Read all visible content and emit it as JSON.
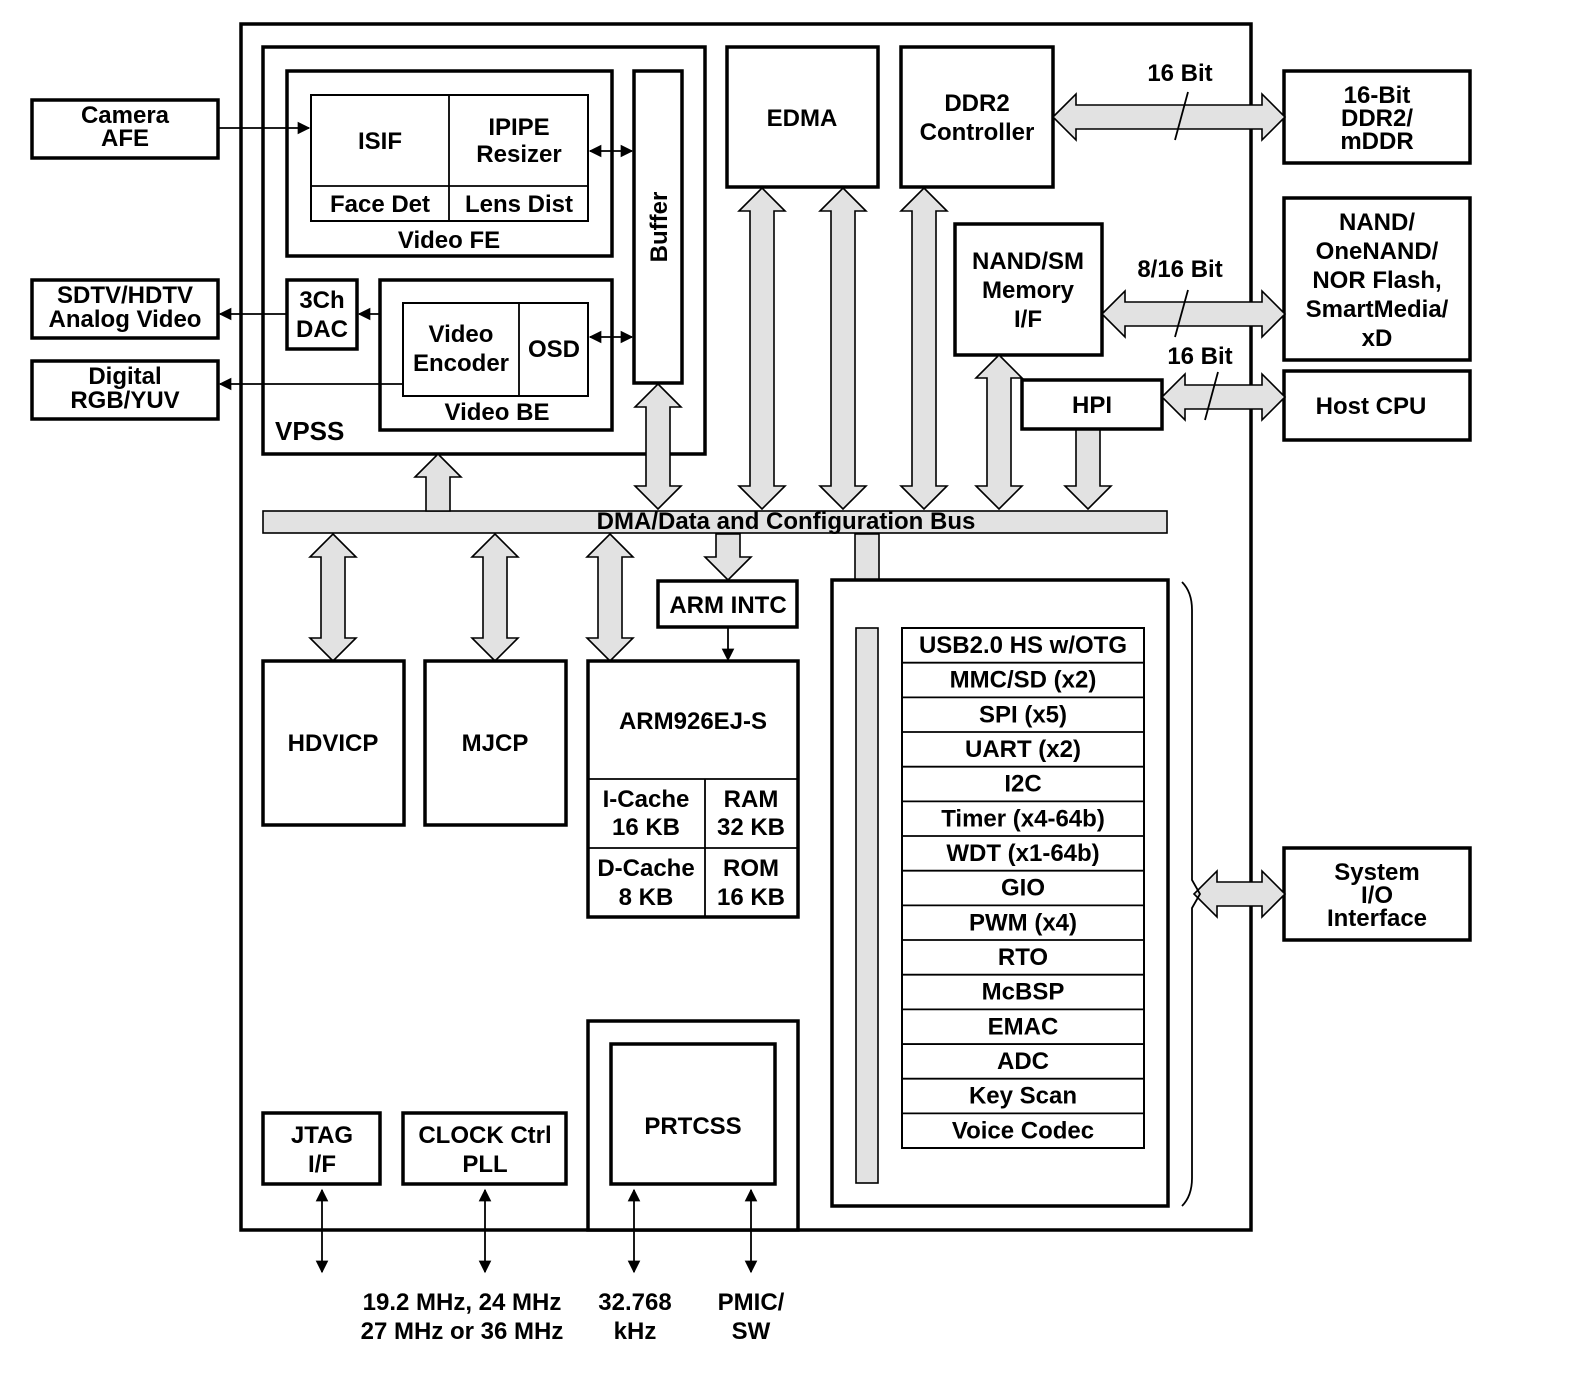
{
  "labels": {
    "camera_afe": [
      "Camera",
      "AFE"
    ],
    "isif": "ISIF",
    "ipipe_resizer": [
      "IPIPE",
      "Resizer"
    ],
    "face_det": "Face Det",
    "lens_dist": "Lens Dist",
    "video_fe": "Video FE",
    "buffer": "Buffer",
    "sdtv_hdtv": [
      "SDTV/HDTV",
      "Analog Video"
    ],
    "dac": [
      "3Ch",
      "DAC"
    ],
    "video_encoder": [
      "Video",
      "Encoder"
    ],
    "osd": "OSD",
    "video_be": "Video BE",
    "digital_rgb": [
      "Digital",
      "RGB/YUV"
    ],
    "vpss": "VPSS",
    "edma": "EDMA",
    "ddr2_controller": [
      "DDR2",
      "Controller"
    ],
    "bus_16bit_ddr": "16 Bit",
    "ddr_memory": [
      "16-Bit",
      "DDR2/",
      "mDDR"
    ],
    "nand_sm": [
      "NAND/SM",
      "Memory",
      "I/F"
    ],
    "bus_8_16bit": "8/16 Bit",
    "nand_flash": [
      "NAND/",
      "OneNAND/",
      "NOR Flash,",
      "SmartMedia/",
      "xD"
    ],
    "bus_16bit_hpi": "16 Bit",
    "hpi": "HPI",
    "host_cpu": "Host CPU",
    "dma_bus": "DMA/Data and Configuration Bus",
    "arm_intc": "ARM INTC",
    "hdvicp": "HDVICP",
    "mjcp": "MJCP",
    "arm926": "ARM926EJ-S",
    "icache": [
      "I-Cache",
      "16 KB"
    ],
    "ram": [
      "RAM",
      "32 KB"
    ],
    "dcache": [
      "D-Cache",
      "8 KB"
    ],
    "rom": [
      "ROM",
      "16 KB"
    ],
    "system_io": [
      "System",
      "I/O",
      "Interface"
    ],
    "jtag": [
      "JTAG",
      "I/F"
    ],
    "clock_ctrl": [
      "CLOCK Ctrl",
      "PLL"
    ],
    "prtcss": "PRTCSS",
    "clock_freq": [
      "19.2 MHz, 24 MHz",
      "27 MHz or 36 MHz"
    ],
    "rtc_freq": [
      "32.768",
      "kHz"
    ],
    "pmic": [
      "PMIC/",
      "SW"
    ]
  },
  "peripherals": [
    "USB2.0 HS w/OTG",
    "MMC/SD (x2)",
    "SPI (x5)",
    "UART (x2)",
    "I2C",
    "Timer (x4-64b)",
    "WDT (x1-64b)",
    "GIO",
    "PWM (x4)",
    "RTO",
    "McBSP",
    "EMAC",
    "ADC",
    "Key Scan",
    "Voice Codec"
  ]
}
